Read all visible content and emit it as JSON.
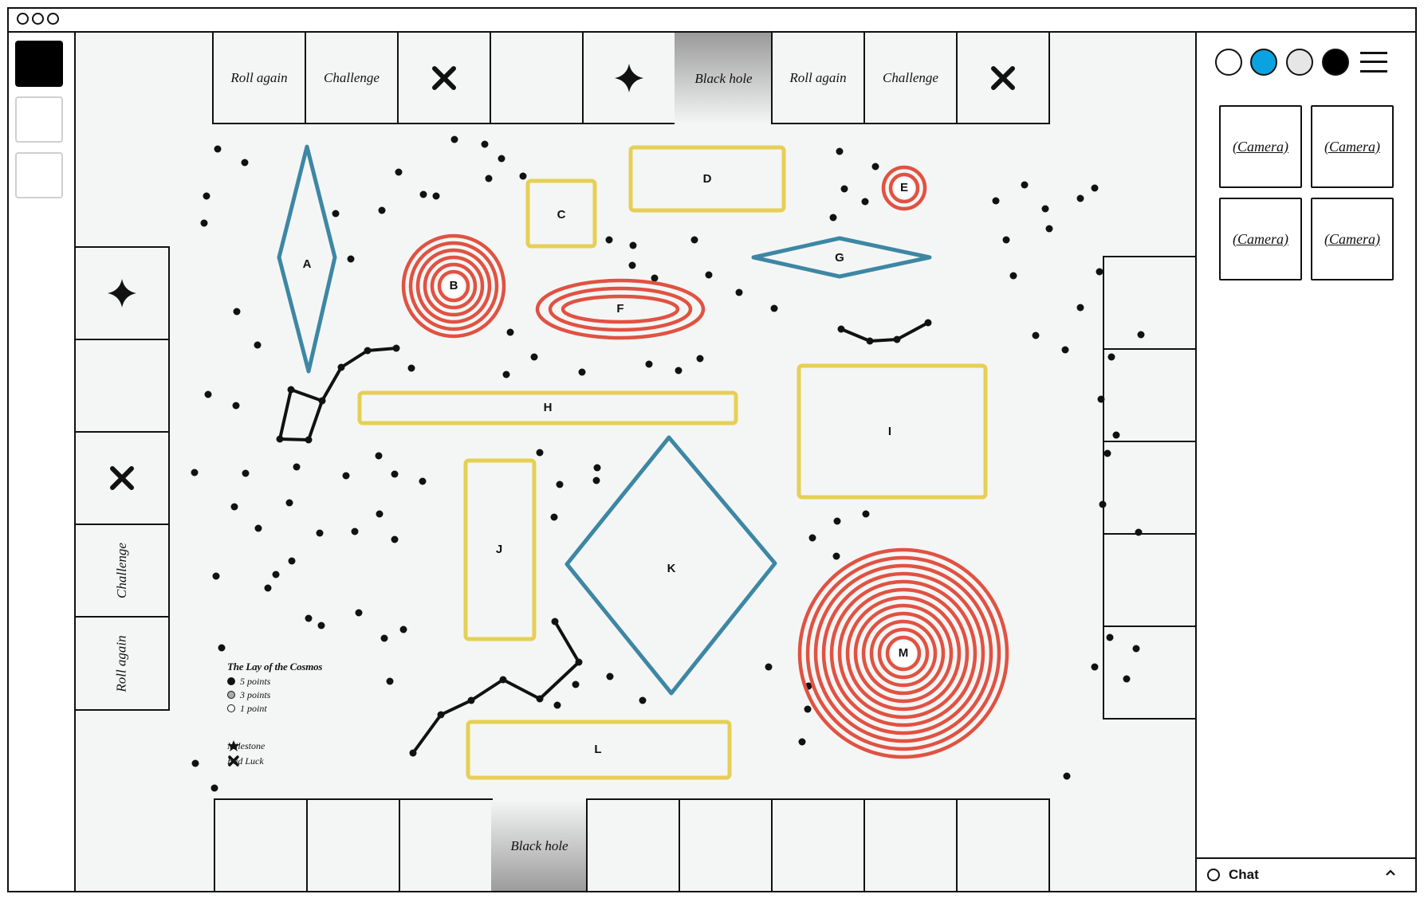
{
  "window": {
    "controls": [
      "close",
      "minimize",
      "maximize"
    ]
  },
  "sidebar": {
    "tools": [
      "active-tool",
      "tool-2",
      "tool-3"
    ]
  },
  "board": {
    "top_row": [
      "Roll again",
      "Challenge",
      "cross-icon",
      "",
      "star-icon",
      "Black hole",
      "Roll again",
      "Challenge",
      "cross-icon"
    ],
    "bottom_row": [
      "",
      "",
      "",
      "Black hole",
      "",
      "",
      "",
      "",
      ""
    ],
    "left_column": [
      "star-icon",
      "",
      "cross-icon",
      "Challenge",
      "Roll again"
    ],
    "right_column": [
      "",
      "",
      "",
      "",
      ""
    ],
    "shapes": {
      "A": "A",
      "B": "B",
      "C": "C",
      "D": "D",
      "E": "E",
      "F": "F",
      "G": "G",
      "H": "H",
      "I": "I",
      "J": "J",
      "K": "K",
      "L": "L",
      "M": "M"
    },
    "legend": {
      "title": "The Lay of the Cosmos",
      "five": "5 points",
      "three": "3 points",
      "one": "1 point",
      "milestone": "Milestone",
      "bad_luck": "Bad Luck"
    },
    "colors": {
      "red": "#e05242",
      "blue": "#3d87a4",
      "yellow": "#e6cf55",
      "board": "#f4f6f5"
    }
  },
  "panel": {
    "swatches": [
      "#ffffff",
      "#0aa3e0",
      "#e6e6e6",
      "#000000"
    ],
    "cameras": [
      "(Camera)",
      "(Camera)",
      "(Camera)",
      "(Camera)"
    ],
    "chat_label": "Chat"
  }
}
